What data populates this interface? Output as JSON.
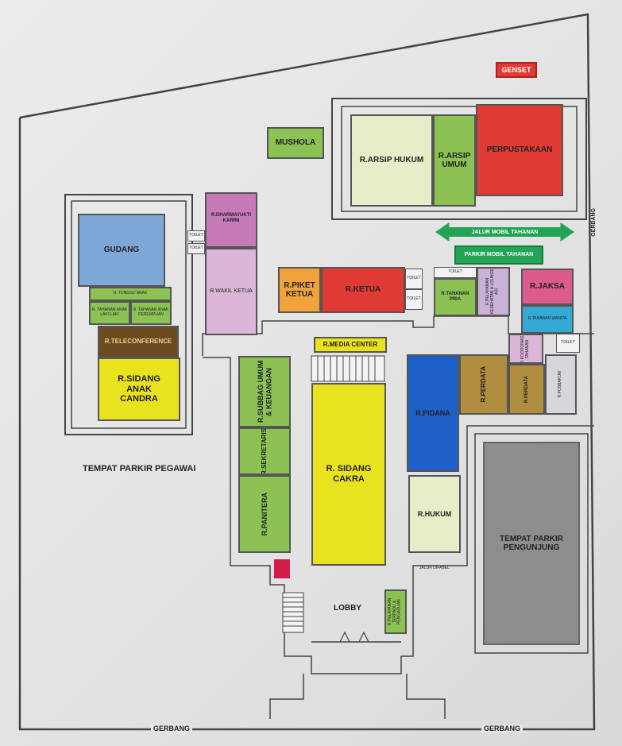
{
  "rooms": {
    "genset": "GENSET",
    "mushola": "MUSHOLA",
    "arsip_hukum": "R.ARSIP HUKUM",
    "arsip_umum": "R.ARSIP UMUM",
    "perpustakaan": "PERPUSTAKAAN",
    "gudang": "GUDANG",
    "tunggu_anak": "R. TUNGGU ANAK",
    "tahanan_anak_laki": "R. TAHANAN ANAK LAKI-LAKI",
    "tahanan_anak_perempuan": "R. TAHANAN ANAK PEREMPUAN",
    "teleconference": "R.TELECONFERENCE",
    "sidang_anak": "R.SIDANG ANAK CANDRA",
    "dharmayukti": "R.DHARMAYUKTI KARINI",
    "wakil_ketua": "R.WAKIL KETUA",
    "toilet": "TOILET",
    "piket_ketua": "R.PIKET KETUA",
    "ketua": "R.KETUA",
    "toilet_2": "TOILET",
    "toilet_3": "TOILET",
    "toilet_4": "TOILET",
    "toilet_5": "TOILET",
    "toilet_6": "TOILET",
    "tahanan_pria": "R.TAHANAN PRIA",
    "pelayanan_kesehatan": "R.PELAYANAN KESEHATAN & LOUNGE ASI",
    "jaksa": "R.JAKSA",
    "tahanan_wanita": "R.TAHANAN WANITA",
    "media_center": "R.MEDIA CENTER",
    "subbag": "R.SUBBAG UMUM & KEUANGAN",
    "sekretaris": "R.SEKRETARIS",
    "panitera": "R.PANITERA",
    "sidang_cakra": "R. SIDANG CAKRA",
    "pidana": "R.PIDANA",
    "perdata_1": "R.PERDATA",
    "perdata_2": "R.PERDATA",
    "ruang_kecil": "R.KOORDINASI TAHANAN",
    "posbakum": "R.POSBAKUM",
    "hukum": "R.HUKUM",
    "lobby": "LOBBY",
    "pelayanan_terpadu": "R.PELAYANAN TERPADU & PENGADUAN",
    "parkir_pengunjung": "TEMPAT PARKIR PENGUNJUNG"
  },
  "labels": {
    "jalur_mobil": "JALUR MOBIL TAHANAN",
    "parkir_mobil": "PARKIR MOBIL TAHANAN",
    "parkir_pegawai": "TEMPAT PARKIR PEGAWAI",
    "gerbang_1": "GERBANG",
    "gerbang_2": "GERBANG",
    "gerbang_3": "GERBANG",
    "jalur_difabel": "JALUR DIFABEL"
  },
  "colors": {
    "red": "#e03a35",
    "green": "#8cc253",
    "green_dark": "#23a455",
    "yellow": "#e9e21f",
    "blue": "#1f5fc8",
    "blue_light": "#7ea7d8",
    "purple": "#c67ab8",
    "pink": "#dcb6d8",
    "orange": "#f1a23a",
    "brown": "#6c4a22",
    "olive": "#b18d40",
    "cream": "#e9ecc8",
    "gray": "#8d8d8d",
    "cyan": "#33a9d4"
  }
}
